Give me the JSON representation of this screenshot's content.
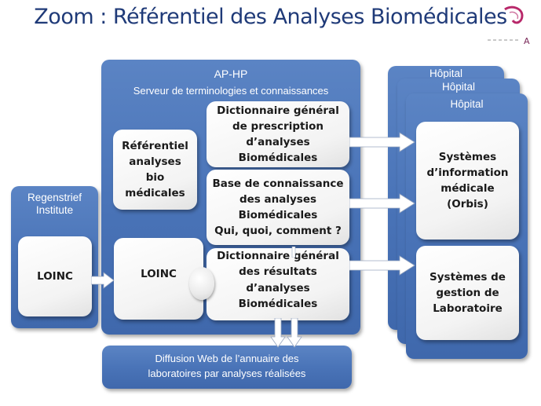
{
  "title": "Zoom : Référentiel des Analyses Biomédicales",
  "logo_text": "A",
  "aphp": {
    "title": "AP-HP",
    "subtitle": "Serveur de terminologies et connaissances",
    "referentiel": "Référentiel\nanalyses\nbio\nmédicales",
    "loinc": "LOINC",
    "dict_prescription": "Dictionnaire général\nde prescription\nd’analyses\nBiomédicales",
    "base_connaissance": "Base de connaissance\ndes analyses\nBiomédicales\nQui, quoi, comment ?",
    "dict_resultats": "Dictionnaire général\ndes  résultats\nd’analyses\nBiomédicales"
  },
  "regenstrief": {
    "title": "Regenstrief\nInstitute",
    "loinc": "LOINC"
  },
  "hospitals": {
    "back_title_1": "Hôpital",
    "back_title_2": "Hôpital",
    "front_title": "Hôpital",
    "sim": "Systèmes\nd’information\nmédicale\n(Orbis)",
    "sgl": "Systèmes de\ngestion de\nLaboratoire"
  },
  "diffusion": {
    "text": "Diffusion Web de l’annuaire des\nlaboratoires par analyses réalisées"
  },
  "colors": {
    "title": "#1f3a78",
    "panel": "#4a74b8",
    "card": "#ffffff",
    "logo_accent": "#b8286a"
  }
}
